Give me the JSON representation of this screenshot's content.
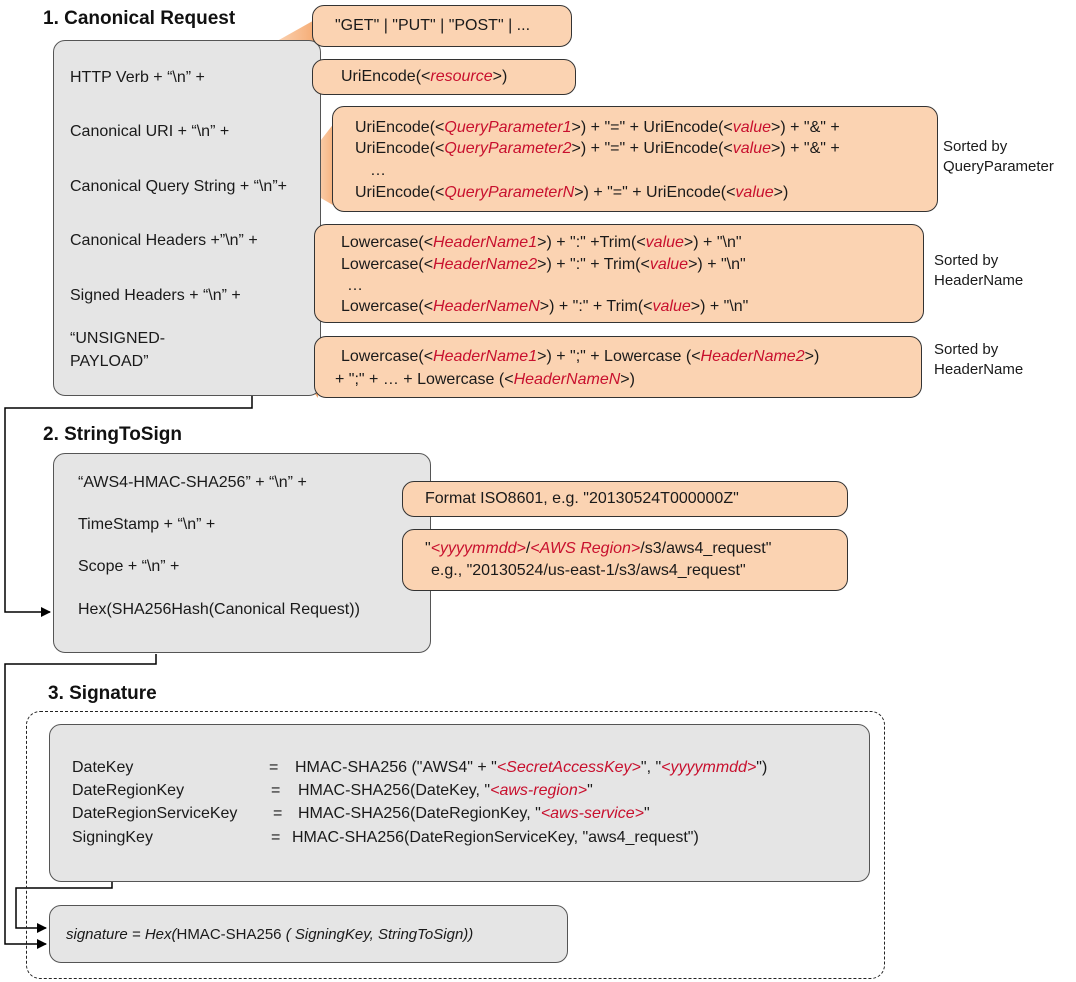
{
  "sections": {
    "canonical": {
      "title": "1. Canonical Request",
      "items": [
        "HTTP Verb + “\\n” +",
        "Canonical URI + “\\n” +",
        "Canonical Query String + “\\n”+",
        "Canonical Headers +”\\n” +",
        "Signed Headers + “\\n” +",
        "“UNSIGNED-",
        "PAYLOAD”"
      ],
      "callouts": {
        "verb": "\"GET\" | \"PUT\" | \"POST\" | ...",
        "uri": {
          "a": "UriEncode(<",
          "b": "resource",
          "c": ">)"
        },
        "query": {
          "line1": {
            "a": "UriEncode(<",
            "b": "QueryParameter1",
            "c": ">) + \"=\" + UriEncode(<",
            "d": "value",
            "e": ">) + \"&\" +"
          },
          "line2": {
            "a": "UriEncode(<",
            "b": "QueryParameter2",
            "c": ">) + \"=\" + UriEncode(<",
            "d": "value",
            "e": ">) + \"&\" +"
          },
          "ellipsis": "…",
          "line3": {
            "a": "UriEncode(<",
            "b": "QueryParameterN",
            "c": ">) + \"=\" + UriEncode(<",
            "d": "value",
            "e": ">)"
          },
          "note1": "Sorted by",
          "note2": "QueryParameter"
        },
        "headers": {
          "line1": {
            "a": "Lowercase(<",
            "b": "HeaderName1",
            "c": ">) + \":\" +Trim(<",
            "d": "value",
            "e": ">) + \"\\n\""
          },
          "line2": {
            "a": "Lowercase(<",
            "b": "HeaderName2",
            "c": ">) + \":\" + Trim(<",
            "d": "value",
            "e": ">) + \"\\n\""
          },
          "ellipsis": "…",
          "line3": {
            "a": "Lowercase(<",
            "b": "HeaderNameN",
            "c": ">) + \":\" + Trim(<",
            "d": "value",
            "e": ">) + \"\\n\""
          },
          "note1": "Sorted by",
          "note2": "HeaderName"
        },
        "signed": {
          "line1": {
            "a": "Lowercase(<",
            "b": "HeaderName1",
            "c": ">) + \";\" + Lowercase (<",
            "d": "HeaderName2",
            "e": ">)"
          },
          "line2": {
            "a": "+ \";\" + … + Lowercase (<",
            "b": "HeaderNameN",
            "c": ">)"
          },
          "note1": "Sorted by",
          "note2": "HeaderName"
        }
      }
    },
    "stringtosign": {
      "title": "2. StringToSign",
      "items": [
        "“AWS4-HMAC-SHA256” + “\\n” +",
        "TimeStamp + “\\n” +",
        "Scope + “\\n” +",
        "Hex(SHA256Hash(Canonical Request))"
      ],
      "callouts": {
        "timestamp": "Format ISO8601,  e.g. \"20130524T000000Z\"",
        "scope": {
          "a": "\"",
          "b": "<yyyymmdd>",
          "c": "/",
          "d": "<AWS Region>",
          "e": "/s3/aws4_request\"",
          "example": "e.g., \"20130524/us-east-1/s3/aws4_request\""
        }
      }
    },
    "signature": {
      "title": "3. Signature",
      "rows": [
        {
          "name": "DateKey",
          "eq": "=",
          "expr": {
            "a": "HMAC-SHA256 (\"AWS4\" + \"",
            "b": "<SecretAccessKey>",
            "c": "\", \"",
            "d": "<yyyymmdd>",
            "e": "\")"
          }
        },
        {
          "name": "DateRegionKey",
          "eq": "=",
          "expr": {
            "a": "HMAC-SHA256(DateKey, \"",
            "b": "<aws-region>",
            "c": "\""
          }
        },
        {
          "name": "DateRegionServiceKey",
          "eq": "=",
          "expr": {
            "a": "HMAC-SHA256(DateRegionKey, \"",
            "b": "<aws-service>",
            "c": "\""
          }
        },
        {
          "name": "SigningKey",
          "eq": "=",
          "expr": {
            "a": "HMAC-SHA256(DateRegionServiceKey, \"aws4_request\")"
          }
        }
      ],
      "final": {
        "a": "signature =   ",
        "b": "Hex(",
        "c": "HMAC-SHA256  ",
        "d": "( SigningKey, StringToSign))"
      }
    }
  },
  "colors": {
    "gray_box": "#e5e5e5",
    "orange_box": "#fbd3b2",
    "accent_red": "#c8102e",
    "wedge": "#f5a86e"
  }
}
